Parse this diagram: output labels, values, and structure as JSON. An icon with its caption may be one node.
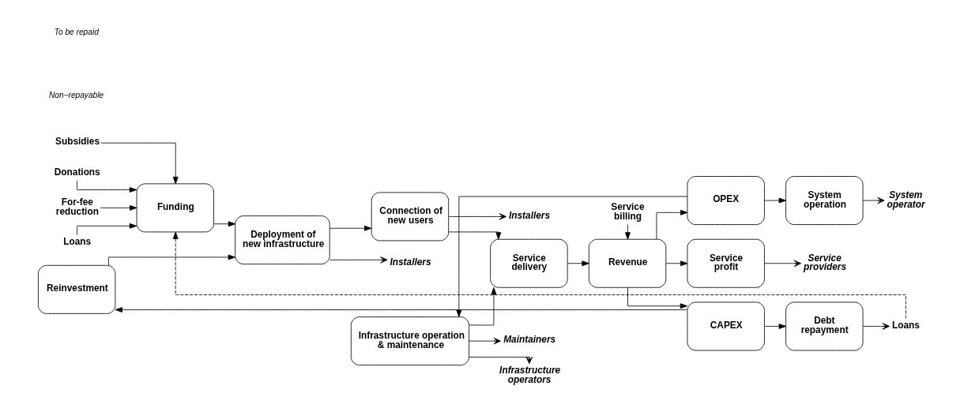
{
  "diagram": {
    "nodes": [
      {
        "text": [
          "Subsidies"
        ]
      },
      {
        "text": [
          "Donations"
        ]
      },
      {
        "text": [
          "For-fee reduction"
        ]
      },
      {
        "text": [
          "Loans"
        ]
      },
      {
        "text": [
          "Funding"
        ]
      },
      {
        "text": [
          "Reinvestment"
        ]
      },
      {
        "text": [
          "Deployment of new infrastructure"
        ]
      },
      {
        "text": [
          "Connection of new users"
        ]
      },
      {
        "text": [
          "Infrastructure operation & maintenance"
        ]
      },
      {
        "text": [
          "Maintainers"
        ]
      },
      {
        "text": [
          "Infrastructure operators"
        ]
      },
      {
        "text": [
          "Service delivery"
        ]
      },
      {
        "text": [
          "Installers"
        ]
      },
      {
        "text": [
          "Installers"
        ]
      },
      {
        "text": [
          "Service billing"
        ]
      },
      {
        "text": [
          "Revenue"
        ]
      },
      {
        "text": [
          "OPEX"
        ]
      },
      {
        "text": [
          "Service profit"
        ]
      },
      {
        "text": [
          "CAPEX"
        ]
      },
      {
        "text": [
          "System operator"
        ]
      },
      {
        "text": [
          "System operation"
        ]
      },
      {
        "text": [
          "Service providers"
        ]
      },
      {
        "text": [
          "Debt repayment"
        ]
      },
      {
        "text": [
          "Loans"
        ]
      }
    ],
    "edges": [
      {
        "from": 0,
        "to": 4,
        "arrow": "to"
      },
      {
        "from": 1,
        "to": 4,
        "arrow": "to"
      },
      {
        "from": 2,
        "to": 4,
        "arrow": "to"
      },
      {
        "from": 3,
        "to": 4,
        "arrow": "to"
      },
      {
        "from": 4,
        "to": 6,
        "arrow": "to"
      },
      {
        "from": 5,
        "to": 6,
        "arrow": "to"
      },
      {
        "from": 6,
        "to": 7,
        "arrow": "to"
      },
      {
        "from": 6,
        "to": 12,
        "arrow": "to"
      },
      {
        "from": 7,
        "to": 13,
        "arrow": "to"
      },
      {
        "from": 7,
        "to": 11,
        "arrow": "to"
      },
      {
        "from": 8,
        "to": 11,
        "arrow": "to"
      },
      {
        "from": 8,
        "to": 9,
        "arrow": "to"
      },
      {
        "from": 8,
        "to": 10,
        "arrow": "to"
      },
      {
        "from": 14,
        "to": 15,
        "arrow": "to"
      },
      {
        "from": 11,
        "to": 15,
        "arrow": "to"
      },
      {
        "from": 15,
        "to": 16,
        "arrow": "to"
      },
      {
        "from": 15,
        "to": 17,
        "arrow": "to"
      },
      {
        "from": 15,
        "to": 18,
        "arrow": "to"
      },
      {
        "from": 16,
        "to": 20,
        "arrow": "to"
      },
      {
        "from": 16,
        "to": 8,
        "arrow": "to"
      },
      {
        "from": 20,
        "to": 19,
        "arrow": "to"
      },
      {
        "from": 17,
        "to": 21,
        "arrow": "to"
      },
      {
        "from": 18,
        "to": 22,
        "arrow": "to"
      },
      {
        "from": 18,
        "to": 5,
        "arrow": "to"
      },
      {
        "from": 22,
        "to": 23,
        "arrow": "to"
      },
      {
        "from": 23,
        "to": 4,
        "arrow": "to",
        "style": "dashed"
      }
    ],
    "labels": [
      "Non−repayable",
      "To be repaid"
    ]
  }
}
